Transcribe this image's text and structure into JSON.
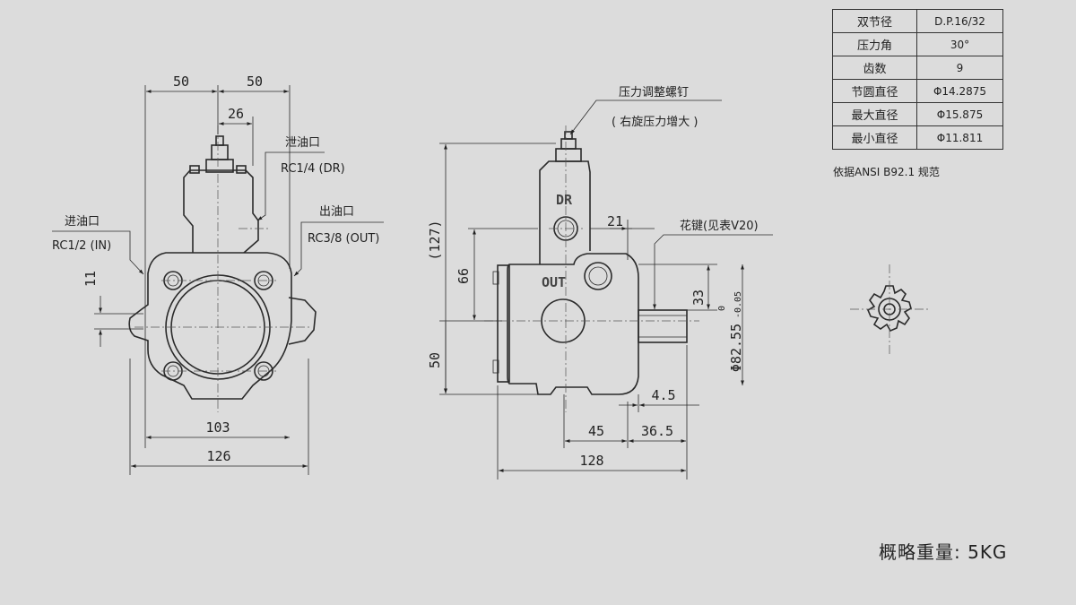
{
  "spec_table": {
    "rows": [
      {
        "key": "双节径",
        "value": "D.P.16/32"
      },
      {
        "key": "压力角",
        "value": "30°"
      },
      {
        "key": "齿数",
        "value": "9"
      },
      {
        "key": "节圆直径",
        "value": "Φ14.2875"
      },
      {
        "key": "最大直径",
        "value": "Φ15.875"
      },
      {
        "key": "最小直径",
        "value": "Φ11.811"
      }
    ],
    "note": "依据ANSI B92.1 规范"
  },
  "weight": "概略重量: 5KG",
  "front_view": {
    "dims": {
      "top_left": "50",
      "top_right": "50",
      "offset": "26",
      "height": "11",
      "inner_width": "103",
      "outer_width": "126"
    },
    "labels": {
      "drain_name": "泄油口",
      "drain_spec": "RC1/4 (DR)",
      "inlet_name": "进油口",
      "inlet_spec": "RC1/2 (IN)",
      "outlet_name": "出油口",
      "outlet_spec": "RC3/8 (OUT)"
    }
  },
  "side_view": {
    "dims": {
      "total_height": "(127)",
      "upper": "66",
      "lower": "50",
      "port_offset": "21",
      "key_height": "33",
      "tol_upper": "0",
      "tol_lower": "-0.05",
      "shaft_dia": "Φ82.55",
      "step": "4.5",
      "len_a": "45",
      "len_b": "36.5",
      "total_length": "128"
    },
    "labels": {
      "adjust_screw": "压力调整螺钉",
      "adjust_note": "( 右旋压力增大 )",
      "spline": "花键(见表V20)",
      "port_dr": "DR",
      "port_out": "OUT"
    }
  }
}
